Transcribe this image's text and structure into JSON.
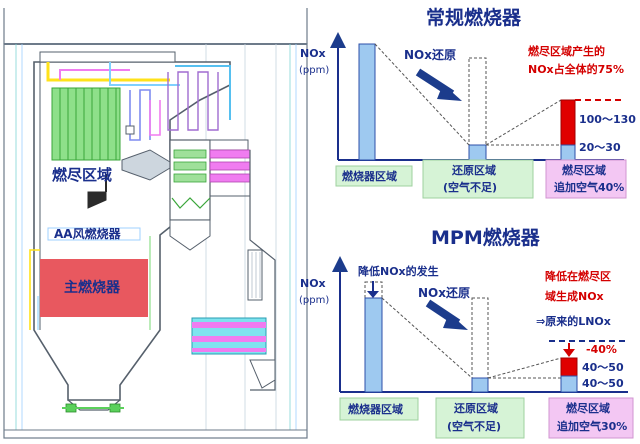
{
  "boiler": {
    "burnout_zone": "燃尽区域",
    "aa_burner": "AA风燃烧器",
    "main_burner": "主燃烧器"
  },
  "conventional": {
    "title": "常规燃烧器",
    "y_label_1": "NOx",
    "y_label_2": "(ppm)",
    "reduction_arrow": "NOx还原",
    "note_line1": "燃尽区域产生的",
    "note_line2": "NOx占全体的75%",
    "value_high": "100～130",
    "value_low": "20～30",
    "zones": [
      {
        "line1": "燃烧器区域",
        "line2": ""
      },
      {
        "line1": "还原区域",
        "line2": "(空气不足)"
      },
      {
        "line1": "燃尽区域",
        "line2": "追加空气40%"
      }
    ]
  },
  "mpm": {
    "title": "MPM燃烧器",
    "y_label_1": "NOx",
    "y_label_2": "(ppm)",
    "reduce_generation": "降低NOx的发生",
    "reduction_arrow": "NOx还原",
    "note_line1": "降低在燃尽区",
    "note_line2": "域生成NOx",
    "compare_note": "⇒原来的LNOx",
    "value_minus": "-40%",
    "value_high": "40～50",
    "value_low": "40～50",
    "zones": [
      {
        "line1": "燃烧器区域",
        "line2": ""
      },
      {
        "line1": "还原区域",
        "line2": "(空气不足)"
      },
      {
        "line1": "燃尽区域",
        "line2": "追加空气30%"
      }
    ]
  },
  "colors": {
    "title_blue": "#1a2f8c",
    "label_red": "#d40000",
    "bar_blue": "#9ec9f0",
    "bar_red": "#e00000",
    "zone_green": "#d6f3d6",
    "zone_pink": "#f3c7f3",
    "arrow_navy": "#1c3c8c",
    "main_burner_fill": "#e8585f",
    "burnout_green": "#8ee08a"
  }
}
